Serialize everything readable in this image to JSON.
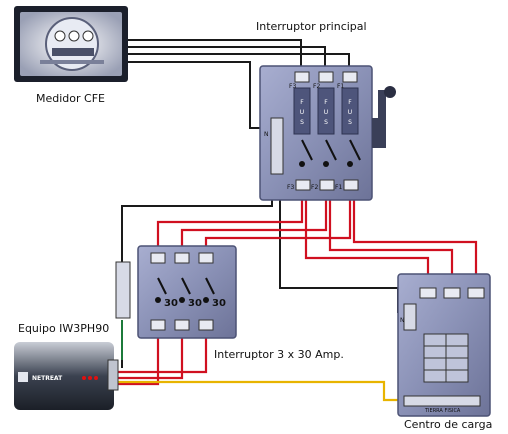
{
  "labels": {
    "meter": "Medidor CFE",
    "main_switch": "Interruptor principal",
    "breaker": "Interruptor 3 x 30 Amp.",
    "device": "Equipo IW3PH90",
    "load_center": "Centro de carga"
  },
  "main_switch": {
    "phase_top": [
      "F3",
      "F2",
      "F1"
    ],
    "phase_bottom": [
      "F3",
      "F2",
      "F1"
    ],
    "fuse_letters": [
      "F",
      "U",
      "S"
    ],
    "neutral": "N"
  },
  "breaker": {
    "ratings": [
      "30",
      "30",
      "30"
    ]
  },
  "device": {
    "brand": "NETREAT"
  },
  "load_center": {
    "neutral": "N",
    "ground_bar": "TIERRA FISICA"
  },
  "colors": {
    "wire_black": "#1a1a1a",
    "wire_red": "#d01020",
    "wire_yellow": "#e8b400",
    "wire_green": "#1c7a3a",
    "panel": "#8e95b8"
  }
}
